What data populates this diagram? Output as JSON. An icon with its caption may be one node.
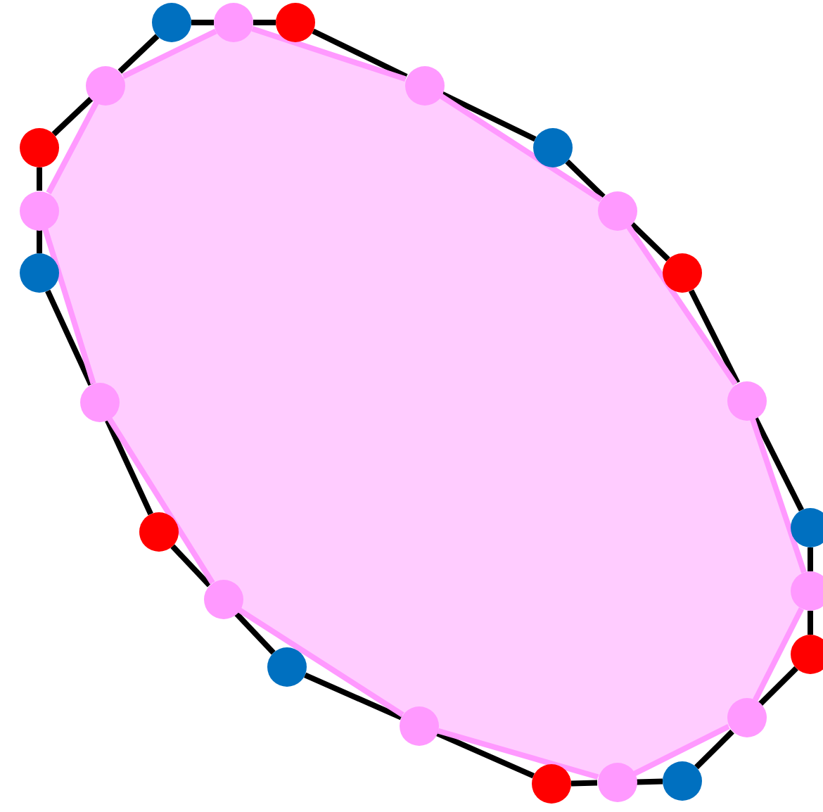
{
  "diagram": {
    "nodes": [
      {
        "text": [],
        "shape": "circle"
      },
      {
        "text": [],
        "shape": "circle"
      },
      {
        "text": [],
        "shape": "circle"
      },
      {
        "text": [],
        "shape": "circle"
      },
      {
        "text": [],
        "shape": "circle"
      },
      {
        "text": [],
        "shape": "circle"
      },
      {
        "text": [],
        "shape": "circle"
      },
      {
        "text": [],
        "shape": "circle"
      },
      {
        "text": [],
        "shape": "circle"
      },
      {
        "text": [],
        "shape": "circle"
      },
      {
        "text": [],
        "shape": "circle"
      },
      {
        "text": [],
        "shape": "circle"
      },
      {
        "text": [],
        "shape": "circle"
      },
      {
        "text": [],
        "shape": "circle"
      },
      {
        "text": [],
        "shape": "circle"
      },
      {
        "text": [],
        "shape": "circle"
      },
      {
        "text": [],
        "shape": "circle"
      },
      {
        "text": [],
        "shape": "circle"
      },
      {
        "text": [],
        "shape": "circle"
      },
      {
        "text": [],
        "shape": "circle"
      },
      {
        "text": [],
        "shape": "circle"
      },
      {
        "text": [],
        "shape": "circle"
      },
      {
        "text": [],
        "shape": "circle"
      },
      {
        "text": [],
        "shape": "circle"
      }
    ],
    "edges": [
      {
        "from": 0,
        "to": 12,
        "arrow": "none"
      },
      {
        "from": 12,
        "to": 1,
        "arrow": "none"
      },
      {
        "from": 1,
        "to": 13,
        "arrow": "none"
      },
      {
        "from": 13,
        "to": 2,
        "arrow": "none"
      },
      {
        "from": 2,
        "to": 14,
        "arrow": "none"
      },
      {
        "from": 14,
        "to": 3,
        "arrow": "none"
      },
      {
        "from": 3,
        "to": 15,
        "arrow": "none"
      },
      {
        "from": 15,
        "to": 4,
        "arrow": "none"
      },
      {
        "from": 4,
        "to": 16,
        "arrow": "none"
      },
      {
        "from": 16,
        "to": 5,
        "arrow": "none"
      },
      {
        "from": 5,
        "to": 17,
        "arrow": "none"
      },
      {
        "from": 17,
        "to": 6,
        "arrow": "none"
      },
      {
        "from": 6,
        "to": 18,
        "arrow": "none"
      },
      {
        "from": 18,
        "to": 7,
        "arrow": "none"
      },
      {
        "from": 7,
        "to": 19,
        "arrow": "none"
      },
      {
        "from": 19,
        "to": 8,
        "arrow": "none"
      },
      {
        "from": 8,
        "to": 20,
        "arrow": "none"
      },
      {
        "from": 20,
        "to": 9,
        "arrow": "none"
      },
      {
        "from": 9,
        "to": 21,
        "arrow": "none"
      },
      {
        "from": 21,
        "to": 10,
        "arrow": "none"
      },
      {
        "from": 10,
        "to": 22,
        "arrow": "none"
      },
      {
        "from": 22,
        "to": 11,
        "arrow": "none"
      },
      {
        "from": 11,
        "to": 23,
        "arrow": "none"
      },
      {
        "from": 23,
        "to": 0,
        "arrow": "none"
      },
      {
        "from": 12,
        "to": 13,
        "arrow": "none",
        "color": "#ff99ff"
      },
      {
        "from": 13,
        "to": 14,
        "arrow": "none",
        "color": "#ff99ff"
      },
      {
        "from": 14,
        "to": 15,
        "arrow": "none",
        "color": "#ff99ff"
      },
      {
        "from": 15,
        "to": 16,
        "arrow": "none",
        "color": "#ff99ff"
      },
      {
        "from": 16,
        "to": 17,
        "arrow": "none",
        "color": "#ff99ff"
      },
      {
        "from": 17,
        "to": 18,
        "arrow": "none",
        "color": "#ff99ff"
      },
      {
        "from": 18,
        "to": 19,
        "arrow": "none",
        "color": "#ff99ff"
      },
      {
        "from": 19,
        "to": 20,
        "arrow": "none",
        "color": "#ff99ff"
      },
      {
        "from": 20,
        "to": 21,
        "arrow": "none",
        "color": "#ff99ff"
      },
      {
        "from": 21,
        "to": 22,
        "arrow": "none",
        "color": "#ff99ff"
      },
      {
        "from": 22,
        "to": 23,
        "arrow": "none",
        "color": "#ff99ff"
      },
      {
        "from": 23,
        "to": 12,
        "arrow": "none",
        "color": "#ff99ff"
      }
    ]
  }
}
